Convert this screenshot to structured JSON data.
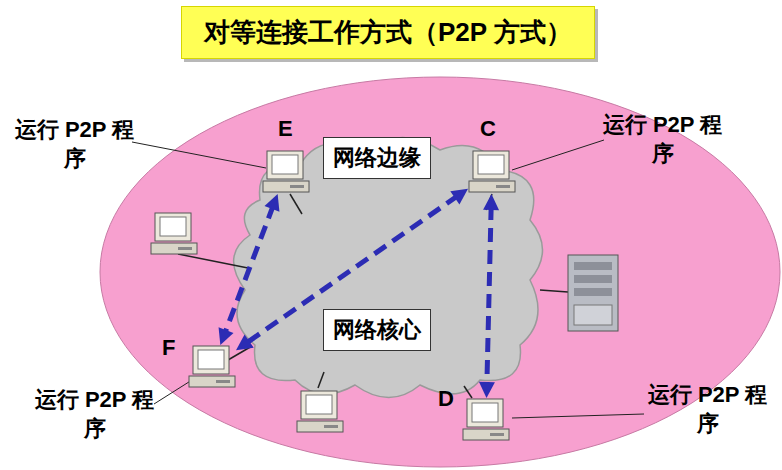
{
  "diagram": {
    "title": "对等连接工作方式（P2P 方式）",
    "nodes": [
      {
        "text": [
          "网络边缘"
        ]
      },
      {
        "text": [
          "网络核心"
        ]
      },
      {
        "text": [
          "E"
        ]
      },
      {
        "text": [
          "C"
        ]
      },
      {
        "text": [
          "F"
        ]
      },
      {
        "text": [
          "D"
        ]
      }
    ],
    "edges": [
      {
        "from": 2,
        "to": 4,
        "arrow": "both"
      },
      {
        "from": 3,
        "to": 4,
        "arrow": "both"
      },
      {
        "from": 3,
        "to": 5,
        "arrow": "both"
      }
    ],
    "labels": [
      "运行 P2P 程序",
      "运行 P2P 程序",
      "运行 P2P 程序",
      "运行 P2P 程序"
    ]
  }
}
